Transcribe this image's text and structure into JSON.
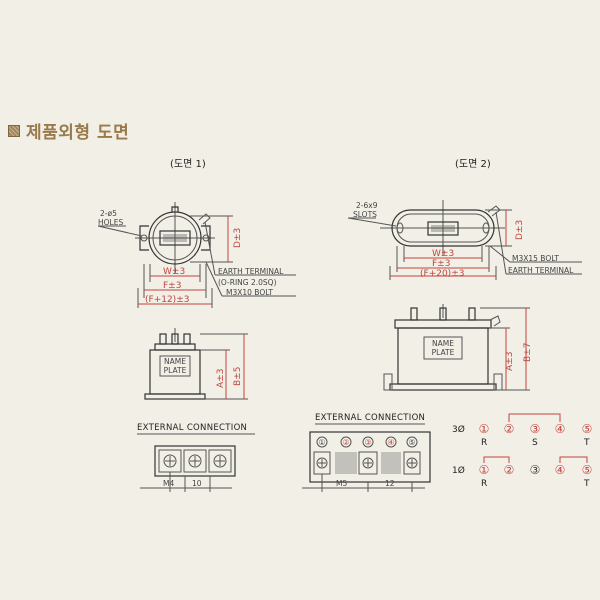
{
  "section": {
    "title": "제품외형 도면"
  },
  "fig1": {
    "title": "(도면 1)",
    "holes_label_1": "2-ø5",
    "holes_label_2": "HOLES",
    "dim_d": "D±3",
    "dim_w": "W±3",
    "dim_f": "F±3",
    "dim_f12": "(F+12)±3",
    "earth_1": "EARTH TERMINAL",
    "earth_2": "(O-RING 2.0SQ)",
    "bolt": "M3X10 BOLT",
    "nameplate_1": "NAME",
    "nameplate_2": "PLATE",
    "dim_a": "A±3",
    "dim_b": "B±5",
    "ext_title": "EXTERNAL CONNECTION",
    "ext_m": "M4",
    "ext_pitch": "10"
  },
  "fig2": {
    "title": "(도면 2)",
    "slots_label_1": "2-6x9",
    "slots_label_2": "SLOTS",
    "dim_d": "D±3",
    "dim_w": "W±3",
    "dim_f": "F±3",
    "dim_f20": "(F+20)±3",
    "bolt": "M3X15 BOLT",
    "earth": "EARTH TERMINAL",
    "nameplate_1": "NAME",
    "nameplate_2": "PLATE",
    "dim_a": "A±3",
    "dim_b": "B±7",
    "ext_title": "EXTERNAL CONNECTION",
    "ext_m": "M5",
    "ext_pitch": "12",
    "ext_numbers": [
      "①",
      "②",
      "③",
      "④",
      "⑤"
    ]
  },
  "phase": {
    "three_label": "3Ø",
    "single_label": "1Ø",
    "numbers": [
      "①",
      "②",
      "③",
      "④",
      "⑤"
    ],
    "three_terms": [
      "R",
      "S",
      "T"
    ],
    "single_terms": [
      "R",
      "T"
    ]
  },
  "colors": {
    "accent": "#c2453f",
    "line": "#555555",
    "heading": "#9a7a4a",
    "background": "#f1efe6"
  }
}
